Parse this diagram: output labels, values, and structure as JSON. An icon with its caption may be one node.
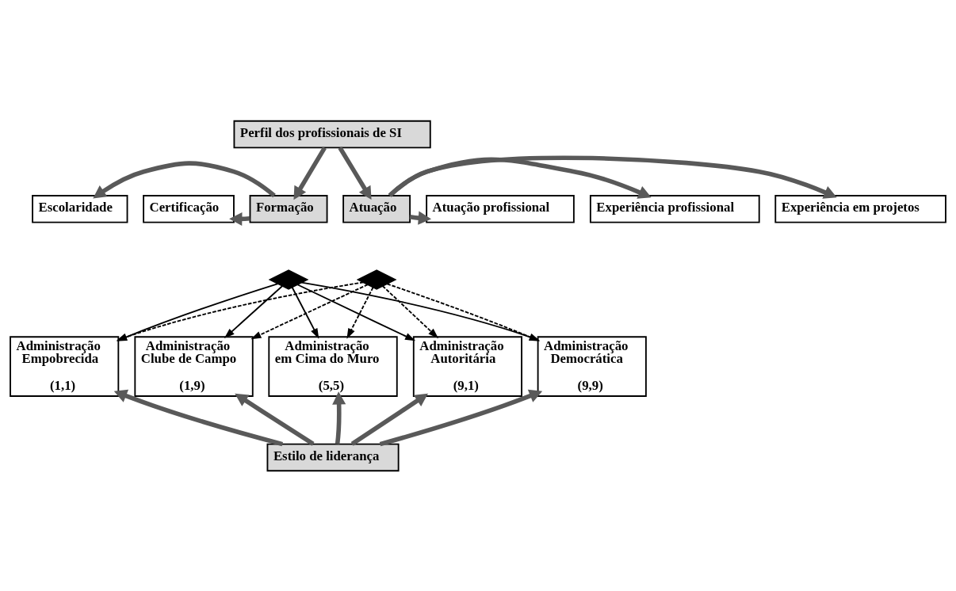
{
  "diagram": {
    "nodes": [
      {
        "text": [
          "Perfil dos profissionais de SI"
        ]
      },
      {
        "text": [
          "Escolaridade"
        ]
      },
      {
        "text": [
          "Certificação"
        ]
      },
      {
        "text": [
          "Formação"
        ]
      },
      {
        "text": [
          "Atuação"
        ]
      },
      {
        "text": [
          "Atuação profissional"
        ]
      },
      {
        "text": [
          "Experiência profissional"
        ]
      },
      {
        "text": [
          "Experiência em projetos"
        ]
      },
      {
        "text": [],
        "shape": "diamond"
      },
      {
        "text": [],
        "shape": "diamond"
      },
      {
        "text": [
          "Administração Empobrecida",
          "(1,1)"
        ]
      },
      {
        "text": [
          "Administração Clube de Campo",
          "(1,9)"
        ]
      },
      {
        "text": [
          "Administração em Cima do Muro",
          "(5,5)"
        ]
      },
      {
        "text": [
          "Administração Autoritária",
          "(9,1)"
        ]
      },
      {
        "text": [
          "Administração Democrática",
          "(9,9)"
        ]
      },
      {
        "text": [
          "Estilo de liderança"
        ]
      }
    ],
    "edges": [
      {
        "from": 0,
        "to": 3,
        "arrow": "to"
      },
      {
        "from": 0,
        "to": 4,
        "arrow": "to"
      },
      {
        "from": 3,
        "to": 1,
        "arrow": "to"
      },
      {
        "from": 3,
        "to": 2,
        "arrow": "to"
      },
      {
        "from": 4,
        "to": 5,
        "arrow": "to"
      },
      {
        "from": 4,
        "to": 6,
        "arrow": "to"
      },
      {
        "from": 4,
        "to": 7,
        "arrow": "to"
      },
      {
        "from": 8,
        "to": 10,
        "arrow": "to",
        "color": "#000000"
      },
      {
        "from": 8,
        "to": 11,
        "arrow": "to",
        "color": "#000000"
      },
      {
        "from": 8,
        "to": 12,
        "arrow": "to",
        "color": "#000000"
      },
      {
        "from": 8,
        "to": 13,
        "arrow": "to",
        "color": "#000000"
      },
      {
        "from": 8,
        "to": 14,
        "arrow": "to",
        "color": "#000000"
      },
      {
        "from": 9,
        "to": 10,
        "arrow": "to",
        "style": "dashed",
        "color": "#000000"
      },
      {
        "from": 9,
        "to": 11,
        "arrow": "to",
        "style": "dashed",
        "color": "#000000"
      },
      {
        "from": 9,
        "to": 12,
        "arrow": "to",
        "style": "dashed",
        "color": "#000000"
      },
      {
        "from": 9,
        "to": 13,
        "arrow": "to",
        "style": "dashed",
        "color": "#000000"
      },
      {
        "from": 9,
        "to": 14,
        "arrow": "to",
        "style": "dashed",
        "color": "#000000"
      },
      {
        "from": 15,
        "to": 10,
        "arrow": "to"
      },
      {
        "from": 15,
        "to": 11,
        "arrow": "to"
      },
      {
        "from": 15,
        "to": 12,
        "arrow": "to"
      },
      {
        "from": 15,
        "to": 13,
        "arrow": "to"
      },
      {
        "from": 15,
        "to": 14,
        "arrow": "to"
      }
    ]
  }
}
